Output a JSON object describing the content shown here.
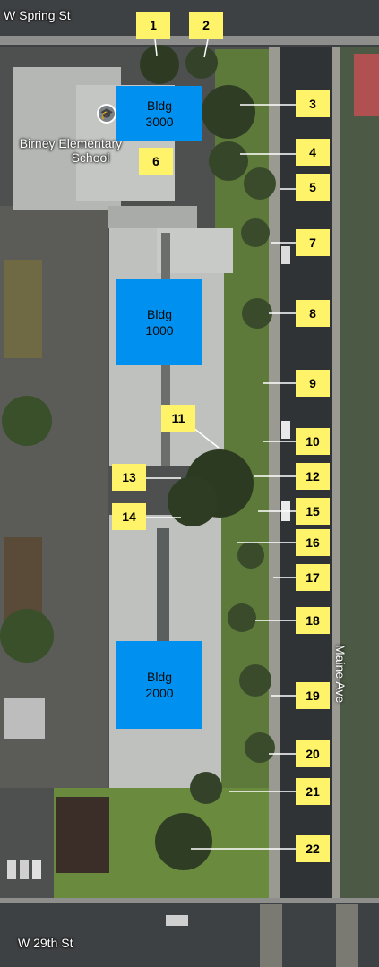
{
  "streets": {
    "top": "W Spring St",
    "bottom": "W 29th St",
    "right": "Maine Ave"
  },
  "school": {
    "name_line1": "Birney Elementary",
    "name_line2": "School",
    "icon": "graduation-cap-icon"
  },
  "buildings": [
    {
      "line1": "Bldg",
      "line2": "3000"
    },
    {
      "line1": "Bldg",
      "line2": "1000"
    },
    {
      "line1": "Bldg",
      "line2": "2000"
    }
  ],
  "markers": [
    "1",
    "2",
    "3",
    "4",
    "5",
    "6",
    "7",
    "8",
    "9",
    "10",
    "11",
    "12",
    "13",
    "14",
    "15",
    "16",
    "17",
    "18",
    "19",
    "20",
    "21",
    "22"
  ],
  "colors": {
    "marker": "#fff36a",
    "building": "#0090f0",
    "leader_line": "#ffffff"
  }
}
